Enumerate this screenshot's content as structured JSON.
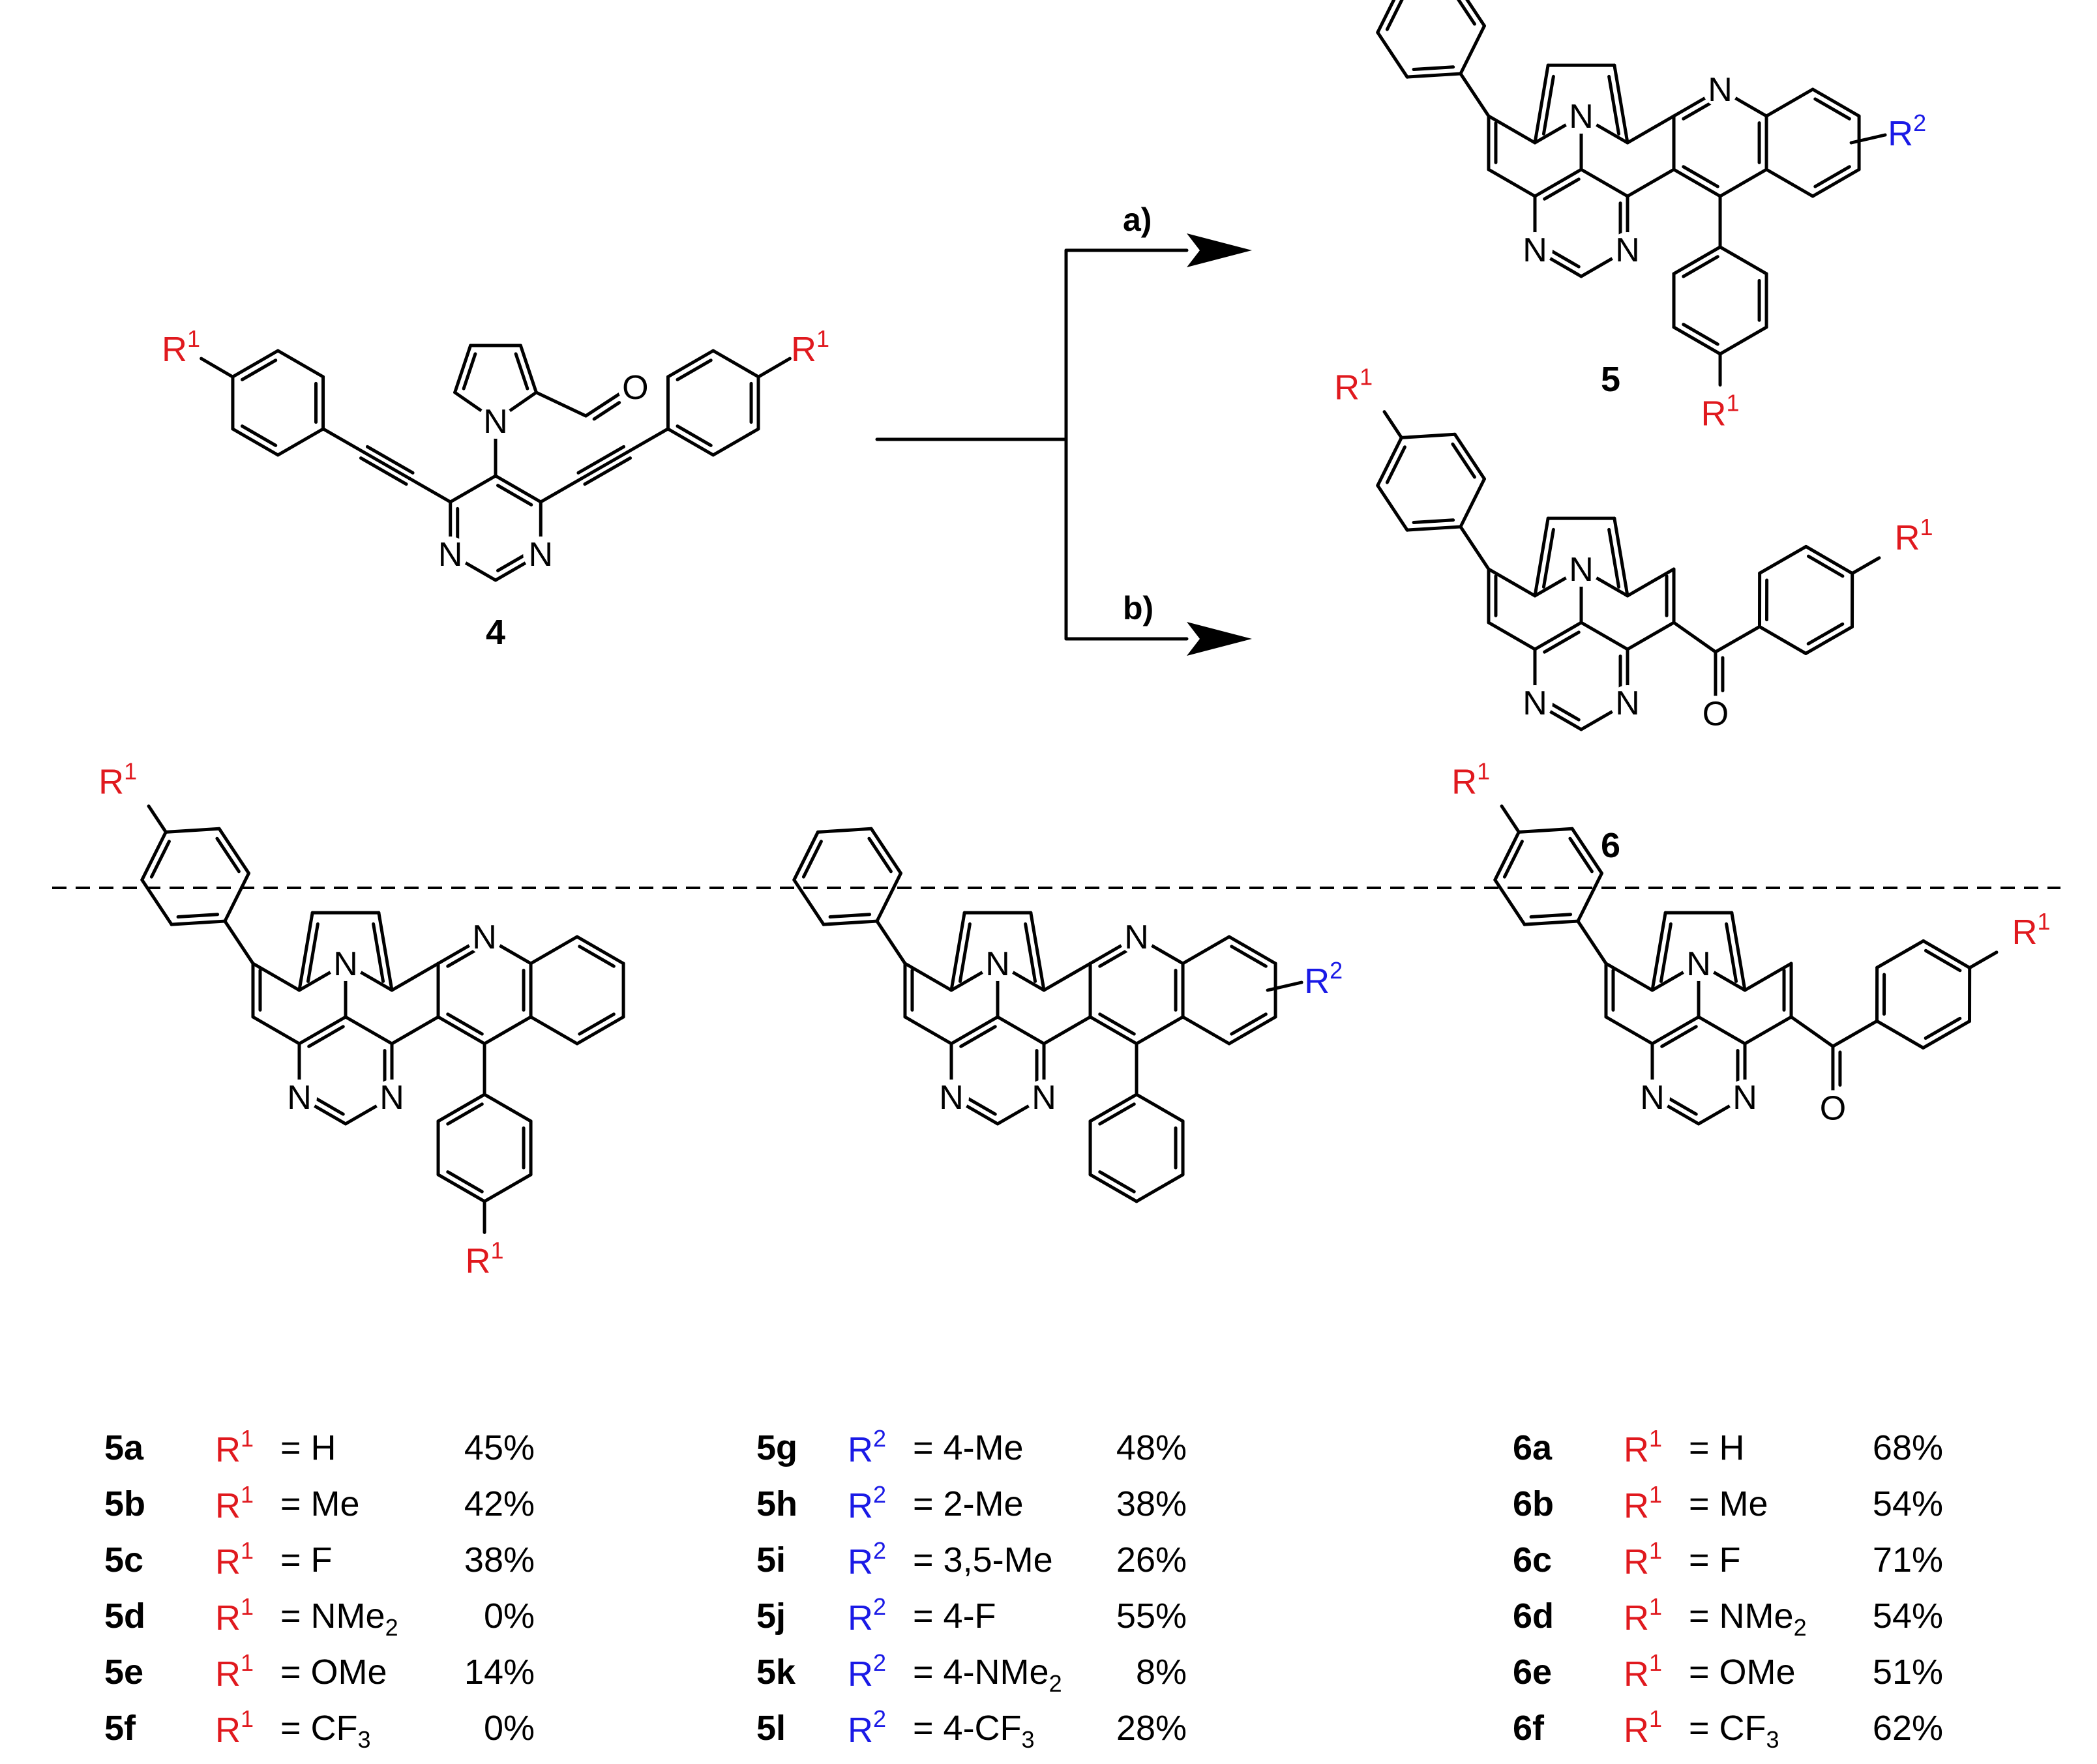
{
  "colors": {
    "r1": "#e0191e",
    "r2": "#1a1ae6",
    "ink": "#000000"
  },
  "atoms": {
    "N": "N",
    "O": "O"
  },
  "substituents": {
    "r1": "R",
    "r1_sup": "1",
    "r2": "R",
    "r2_sup": "2"
  },
  "compounds": {
    "start": "4",
    "product_a": "5",
    "product_b": "6"
  },
  "conditions": {
    "a": "a)",
    "b": "b)"
  },
  "tables": {
    "series5_r1": [
      {
        "id": "5a",
        "sub": "H",
        "sub_index": "",
        "yield": "45%"
      },
      {
        "id": "5b",
        "sub": "Me",
        "sub_index": "",
        "yield": "42%"
      },
      {
        "id": "5c",
        "sub": "F",
        "sub_index": "",
        "yield": "38%"
      },
      {
        "id": "5d",
        "sub": "NMe",
        "sub_index": "2",
        "yield": "0%"
      },
      {
        "id": "5e",
        "sub": "OMe",
        "sub_index": "",
        "yield": "14%"
      },
      {
        "id": "5f",
        "sub": "CF",
        "sub_index": "3",
        "yield": "0%"
      }
    ],
    "series5_r2": [
      {
        "id": "5g",
        "sub": "4-Me",
        "sub_index": "",
        "yield": "48%"
      },
      {
        "id": "5h",
        "sub": "2-Me",
        "sub_index": "",
        "yield": "38%"
      },
      {
        "id": "5i",
        "sub": "3,5-Me",
        "sub_index": "",
        "yield": "26%"
      },
      {
        "id": "5j",
        "sub": "4-F",
        "sub_index": "",
        "yield": "55%"
      },
      {
        "id": "5k",
        "sub": "4-NMe",
        "sub_index": "2",
        "yield": "8%"
      },
      {
        "id": "5l",
        "sub": "4-CF",
        "sub_index": "3",
        "yield": "28%"
      }
    ],
    "series6_r1": [
      {
        "id": "6a",
        "sub": "H",
        "sub_index": "",
        "yield": "68%"
      },
      {
        "id": "6b",
        "sub": "Me",
        "sub_index": "",
        "yield": "54%"
      },
      {
        "id": "6c",
        "sub": "F",
        "sub_index": "",
        "yield": "71%"
      },
      {
        "id": "6d",
        "sub": "NMe",
        "sub_index": "2",
        "yield": "54%"
      },
      {
        "id": "6e",
        "sub": "OMe",
        "sub_index": "",
        "yield": "51%"
      },
      {
        "id": "6f",
        "sub": "CF",
        "sub_index": "3",
        "yield": "62%"
      }
    ]
  }
}
